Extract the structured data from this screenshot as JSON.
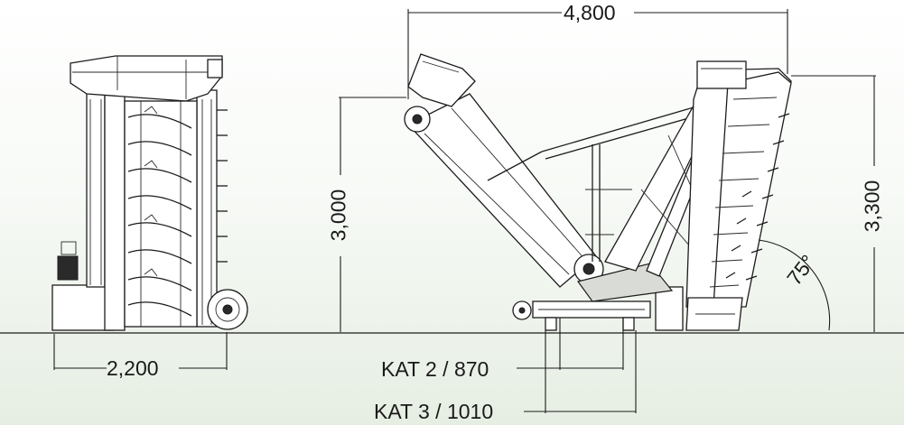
{
  "dimensions": {
    "base_width": "2,200",
    "total_length": "4,800",
    "height_left": "3,000",
    "height_right": "3,300",
    "angle": "75°",
    "kat2": "KAT 2 / 870",
    "kat3": "KAT 3 / 1010"
  },
  "colors": {
    "line": "#1c1c1c",
    "background_top": "#ffffff",
    "background_bottom": "#e6eee3"
  }
}
